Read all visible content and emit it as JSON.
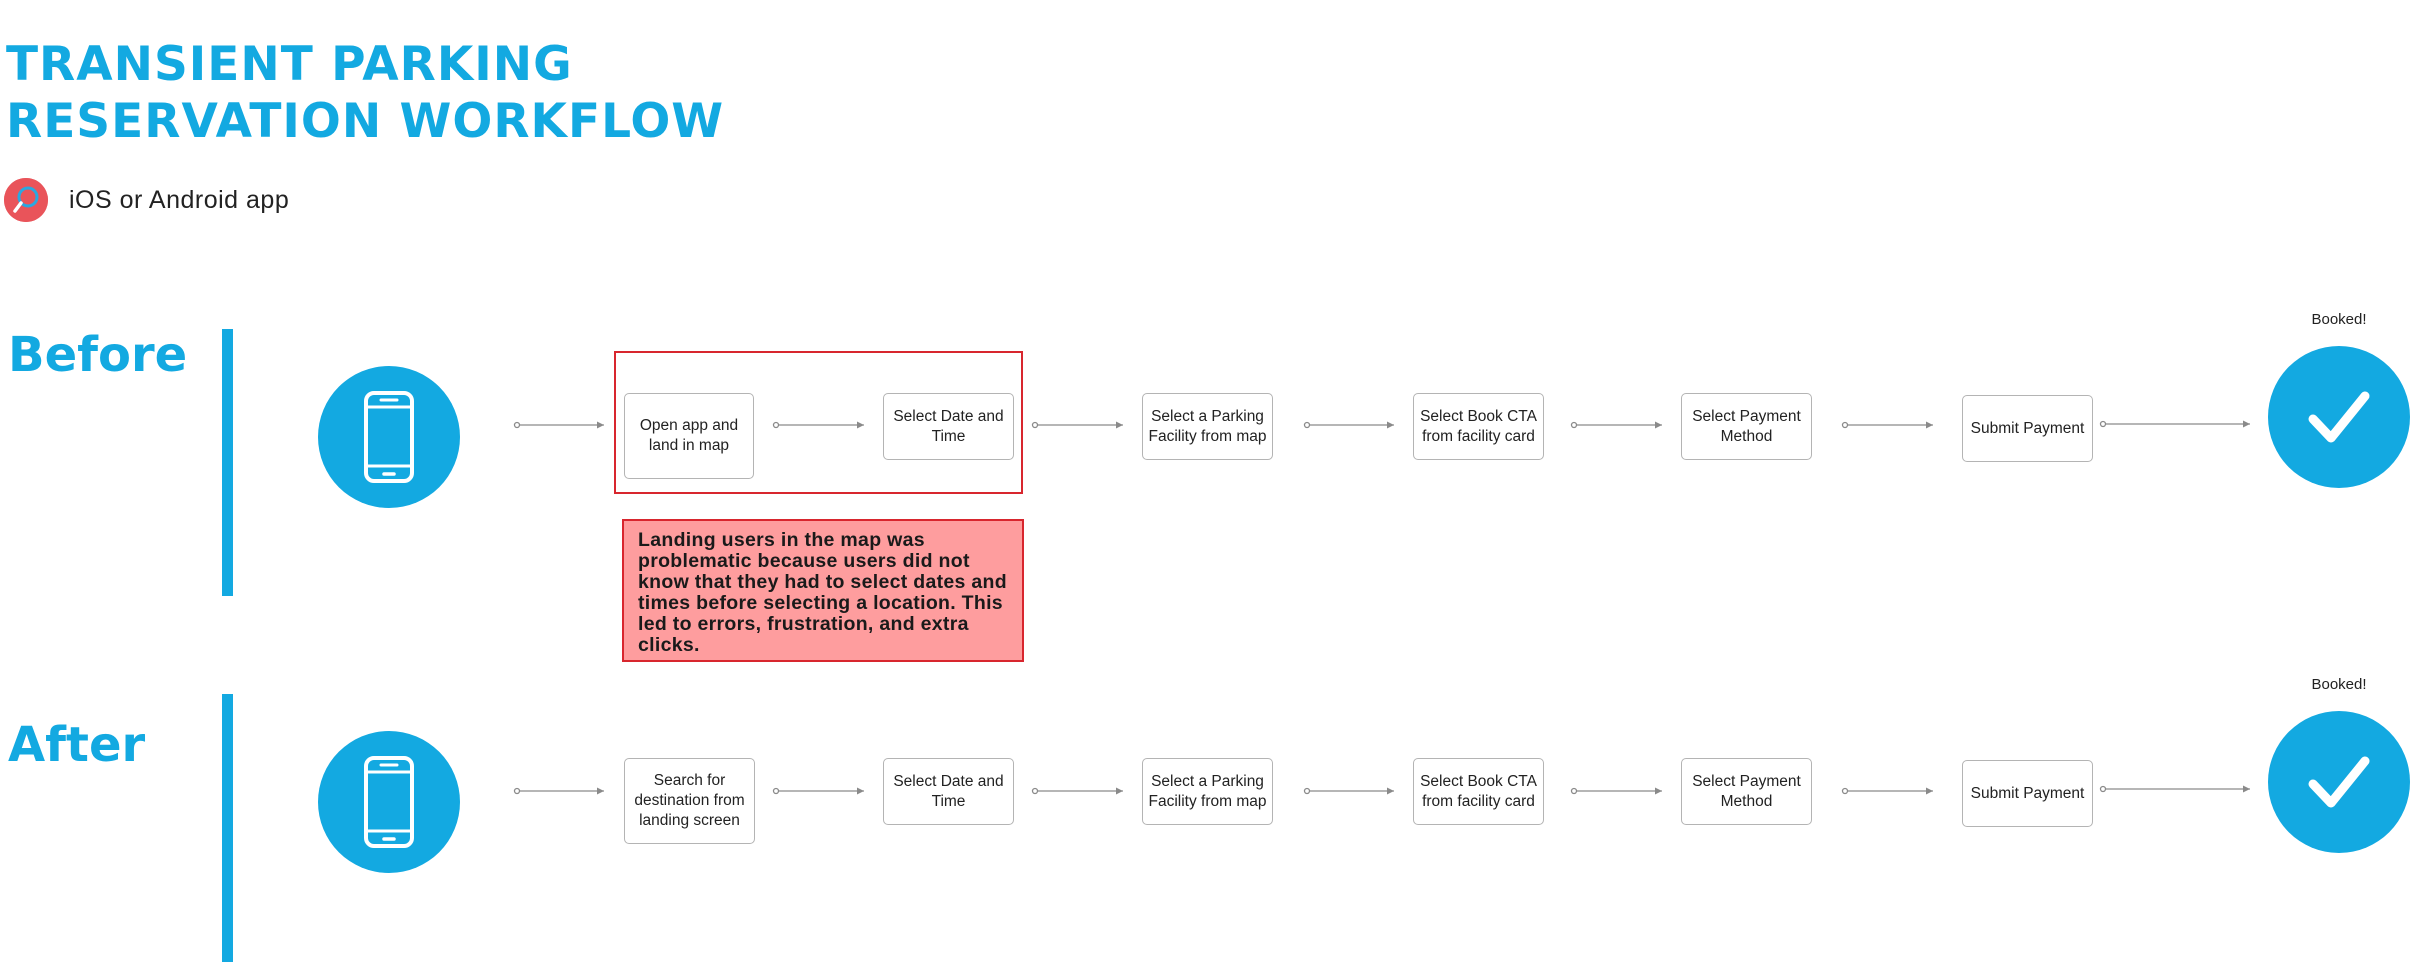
{
  "title": {
    "line1": "TRANSIENT PARKING",
    "line2": "RESERVATION WORKFLOW"
  },
  "platform": {
    "label": "iOS or Android app",
    "icon": "parking-app-logo-icon",
    "logo_color": "#e9545a"
  },
  "colors": {
    "accent": "#13a9e1",
    "alert_border": "#d8262e",
    "alert_fill": "#fe9d9e"
  },
  "before": {
    "label": "Before",
    "start_icon": "smartphone-icon",
    "end_icon": "checkmark-icon",
    "end_label": "Booked!",
    "steps": [
      "Open app and land in map",
      "Select Date and Time",
      "Select a Parking Facility from map",
      "Select Book CTA from facility card",
      "Select Payment Method",
      "Submit Payment"
    ],
    "callout": "Landing users in the map was problematic because users did not know that they had to select dates and times before selecting a location. This led to errors, frustration, and extra clicks."
  },
  "after": {
    "label": "After",
    "start_icon": "smartphone-icon",
    "end_icon": "checkmark-icon",
    "end_label": "Booked!",
    "steps": [
      "Search for destination from landing screen",
      "Select Date and Time",
      "Select a Parking Facility from map",
      "Select Book CTA from facility card",
      "Select Payment Method",
      "Submit Payment"
    ]
  }
}
